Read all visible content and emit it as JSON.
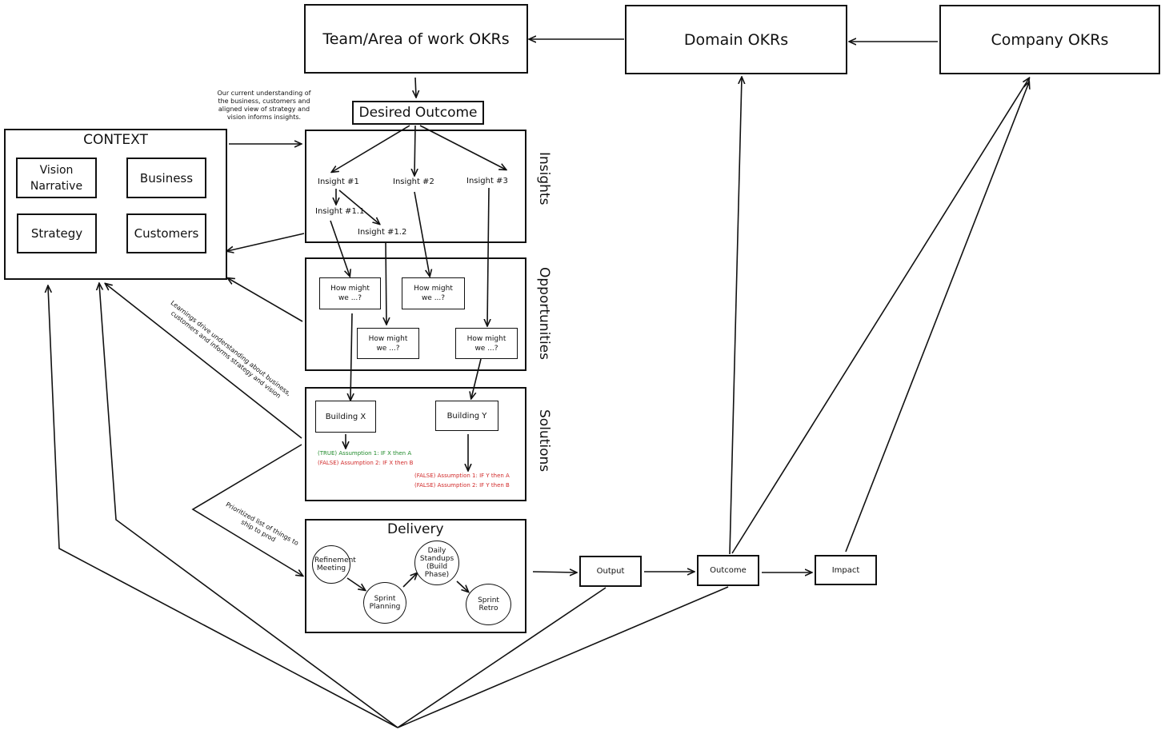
{
  "okrs": {
    "team": "Team/Area of work OKRs",
    "domain": "Domain OKRs",
    "company": "Company OKRs"
  },
  "desired_outcome": "Desired Outcome",
  "context": {
    "title": "CONTEXT",
    "items": [
      "Vision Narrative",
      "Business",
      "Strategy",
      "Customers"
    ]
  },
  "context_note": "Our current understanding of the business, customers and aligned view of strategy and vision informs insights.",
  "learnings_note": "Learnings drive understanding about business, customers and informs strategy and vision",
  "prioritized_note": "Prioritized list of things to ship to prod",
  "sections": {
    "insights": "Insights",
    "opportunities": "Opportunities",
    "solutions": "Solutions",
    "delivery": "Delivery"
  },
  "insights": [
    "Insight #1",
    "Insight #2",
    "Insight #3",
    "Insight #1.1",
    "Insight #1.2"
  ],
  "opportunities": [
    "How might we ...?",
    "How might we ...?",
    "How might we ...?",
    "How might we ...?"
  ],
  "solutions": {
    "building_x": "Building X",
    "building_y": "Building Y",
    "x_assumptions": [
      {
        "status": "(TRUE)",
        "text": "Assumption 1: IF X then A",
        "color": "#1f8a2a"
      },
      {
        "status": "(FALSE)",
        "text": "Assumption 2: IF X then B",
        "color": "#d12a2a"
      }
    ],
    "y_assumptions": [
      {
        "status": "(FALSE)",
        "text": "Assumption 1: IF Y then A",
        "color": "#d12a2a"
      },
      {
        "status": "(FALSE)",
        "text": "Assumption 2: IF Y then B",
        "color": "#d12a2a"
      }
    ]
  },
  "delivery_steps": [
    "Refinement Meeting",
    "Sprint Planning",
    "Daily Standups (Build Phase)",
    "Sprint Retro"
  ],
  "flow": {
    "output": "Output",
    "outcome": "Outcome",
    "impact": "Impact"
  }
}
